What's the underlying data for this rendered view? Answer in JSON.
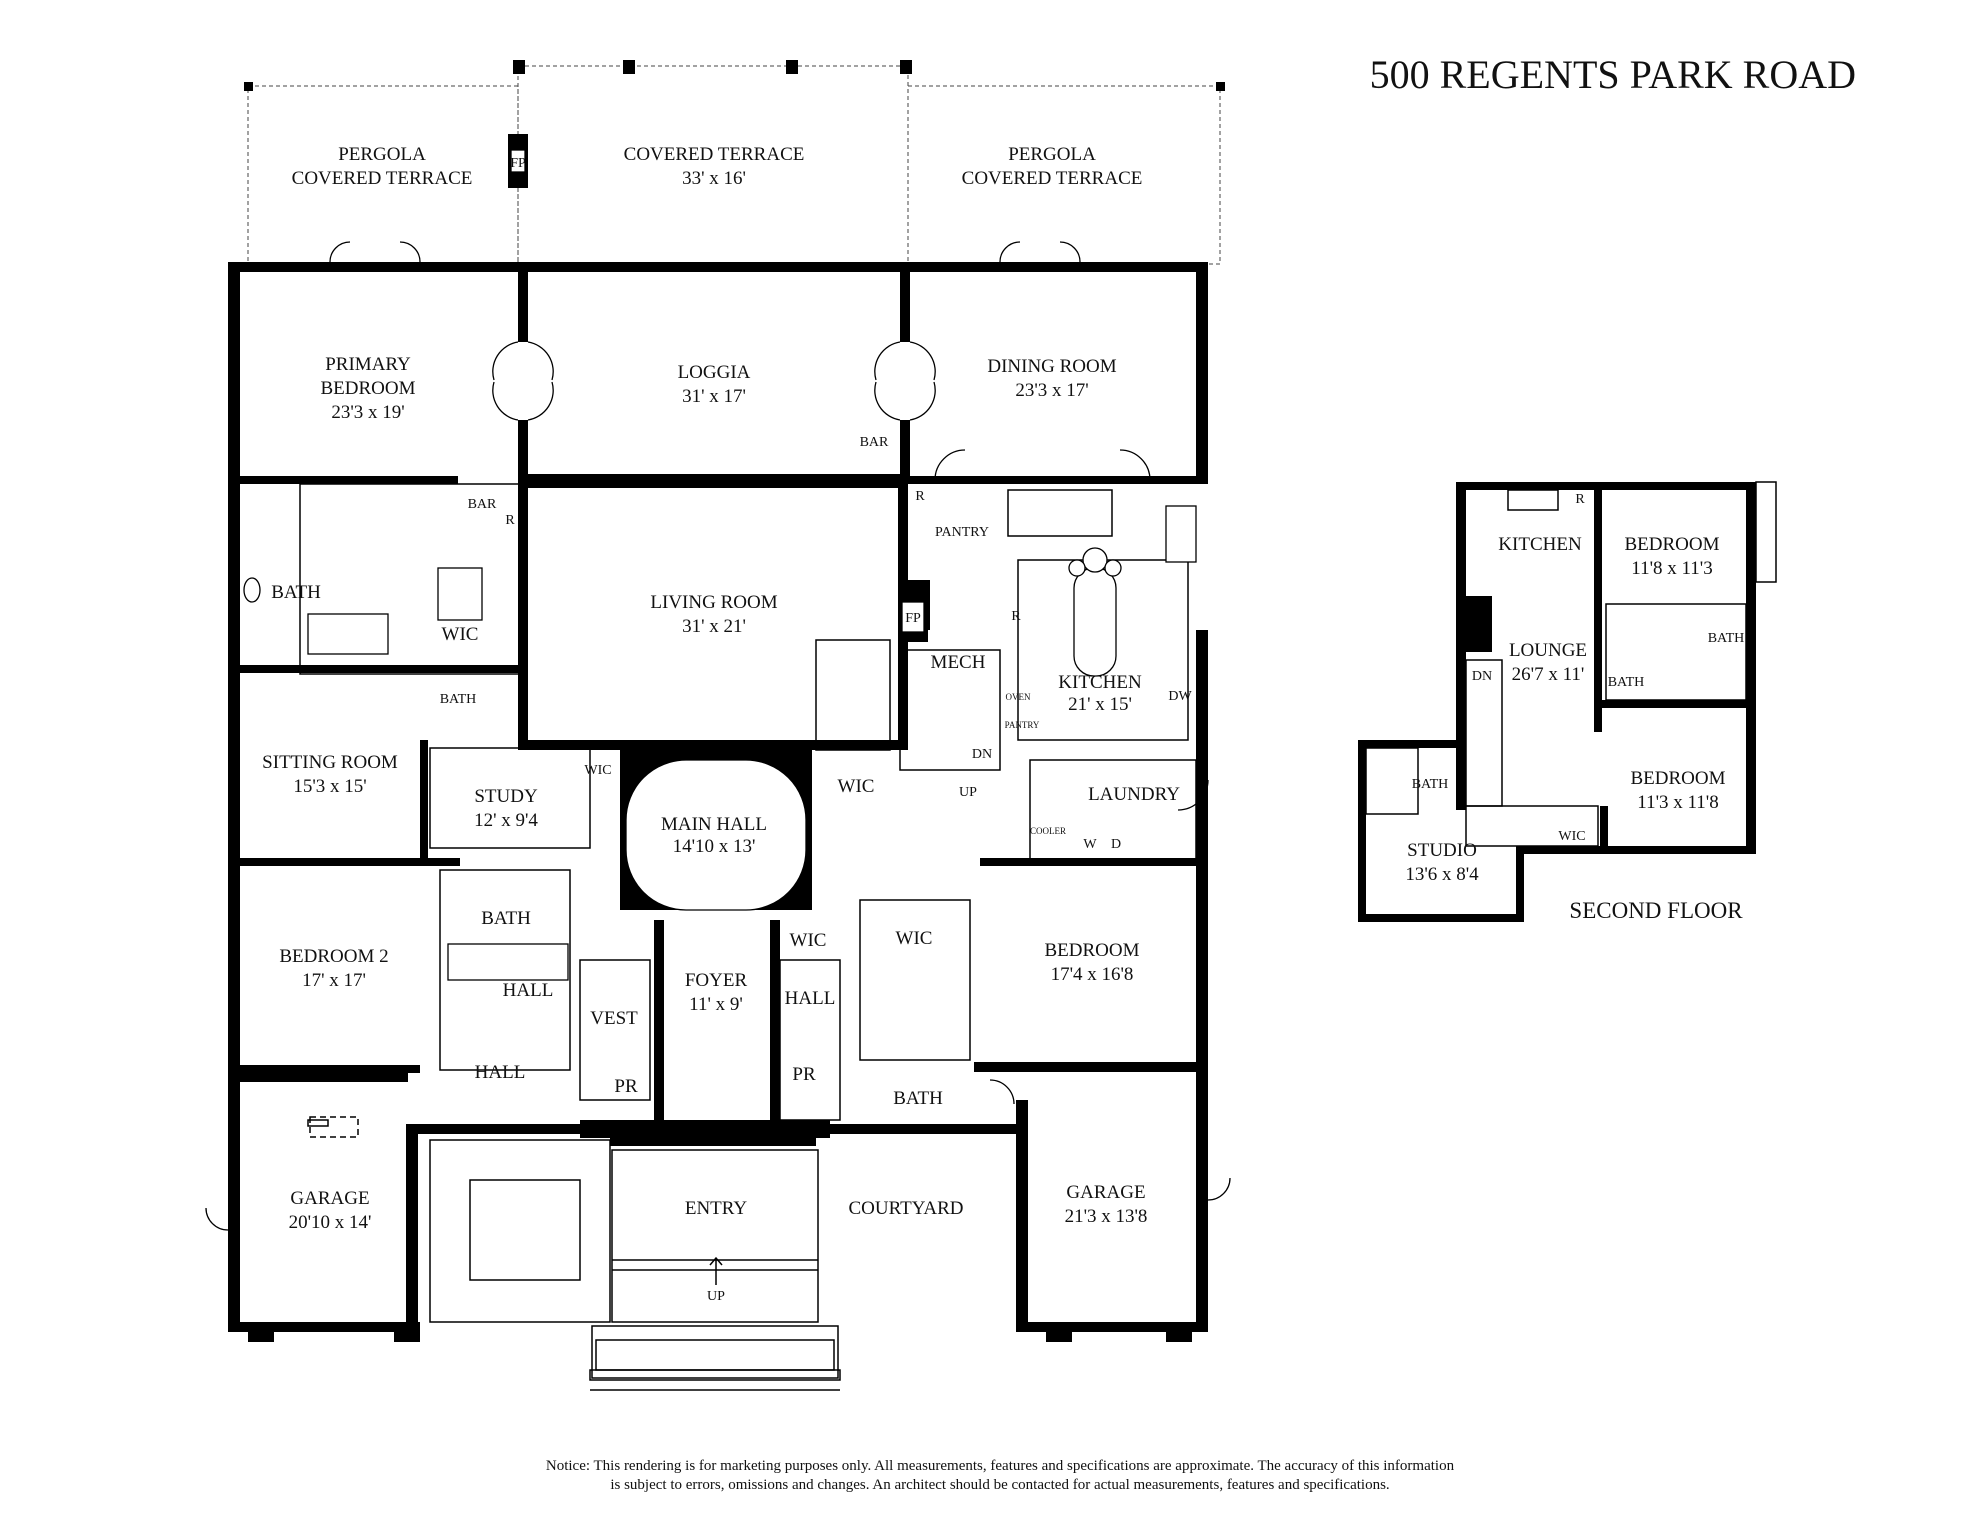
{
  "title": "500 REGENTS PARK ROAD",
  "floors": {
    "main": {
      "rooms": [
        {
          "id": "pergola-left",
          "name": "PERGOLA",
          "name2": "COVERED TERRACE",
          "dims": ""
        },
        {
          "id": "covered-terrace",
          "name": "COVERED TERRACE",
          "name2": "",
          "dims": "33' x 16'"
        },
        {
          "id": "pergola-right",
          "name": "PERGOLA",
          "name2": "COVERED TERRACE",
          "dims": ""
        },
        {
          "id": "primary-bedroom",
          "name": "PRIMARY",
          "name2": "BEDROOM",
          "dims": "23'3 x 19'"
        },
        {
          "id": "loggia",
          "name": "LOGGIA",
          "name2": "",
          "dims": "31' x 17'"
        },
        {
          "id": "dining-room",
          "name": "DINING ROOM",
          "name2": "",
          "dims": "23'3 x 17'"
        },
        {
          "id": "living-room",
          "name": "LIVING ROOM",
          "name2": "",
          "dims": "31' x 21'"
        },
        {
          "id": "kitchen",
          "name": "KITCHEN",
          "name2": "",
          "dims": "21' x 15'"
        },
        {
          "id": "sitting-room",
          "name": "SITTING ROOM",
          "name2": "",
          "dims": "15'3 x 15'"
        },
        {
          "id": "study",
          "name": "STUDY",
          "name2": "",
          "dims": "12' x 9'4"
        },
        {
          "id": "main-hall",
          "name": "MAIN HALL",
          "name2": "",
          "dims": "14'10 x 13'"
        },
        {
          "id": "bedroom-2",
          "name": "BEDROOM 2",
          "name2": "",
          "dims": "17' x 17'"
        },
        {
          "id": "foyer",
          "name": "FOYER",
          "name2": "",
          "dims": "11' x 9'"
        },
        {
          "id": "bedroom-east",
          "name": "BEDROOM",
          "name2": "",
          "dims": "17'4 x 16'8"
        },
        {
          "id": "garage-left",
          "name": "GARAGE",
          "name2": "",
          "dims": "20'10 x 14'"
        },
        {
          "id": "garage-right",
          "name": "GARAGE",
          "name2": "",
          "dims": "21'3 x 13'8"
        }
      ],
      "labels": {
        "fp_terrace": "FP",
        "fp_living": "FP",
        "bar_loggia": "BAR",
        "bar_primary": "BAR",
        "r_primary": "R",
        "bath_primary": "BATH",
        "wic_primary": "WIC",
        "bath_sitting": "BATH",
        "wic_study": "WIC",
        "wic_hall": "WIC",
        "mech": "MECH",
        "pantry": "PANTRY",
        "r_pantry": "R",
        "r_kitchen": "R",
        "oven": "OVEN",
        "pantry_small": "PANTRY",
        "dw": "DW",
        "dn": "DN",
        "up_stair": "UP",
        "laundry": "LAUNDRY",
        "cooler": "COOLER",
        "w": "W",
        "d": "D",
        "bath_bed2": "BATH",
        "hall_bed2": "HALL",
        "hall_small": "HALL",
        "vest": "VEST",
        "pr_left": "PR",
        "pr_right": "PR",
        "wic_foyer": "WIC",
        "hall_foyer": "HALL",
        "wic_east": "WIC",
        "bath_east": "BATH",
        "entry": "ENTRY",
        "courtyard": "COURTYARD",
        "up_entry": "UP"
      }
    },
    "second": {
      "label": "SECOND FLOOR",
      "rooms": [
        {
          "id": "kitchen-2",
          "name": "KITCHEN",
          "dims": ""
        },
        {
          "id": "bedroom-2a",
          "name": "BEDROOM",
          "dims": "11'8 x 11'3"
        },
        {
          "id": "lounge",
          "name": "LOUNGE",
          "dims": "26'7 x 11'"
        },
        {
          "id": "bedroom-2b",
          "name": "BEDROOM",
          "dims": "11'3 x 11'8"
        },
        {
          "id": "studio",
          "name": "STUDIO",
          "dims": "13'6 x 8'4"
        }
      ],
      "labels": {
        "r": "R",
        "dn": "DN",
        "bath_a": "BATH",
        "bath_b": "BATH",
        "bath_c": "BATH",
        "wic": "WIC"
      }
    }
  },
  "notice": {
    "line1": "Notice: This rendering is for marketing purposes only. All measurements, features and specifications are approximate. The accuracy of this information",
    "line2": "is subject to errors, omissions and changes. An architect should be contacted for actual measurements, features and specifications."
  }
}
